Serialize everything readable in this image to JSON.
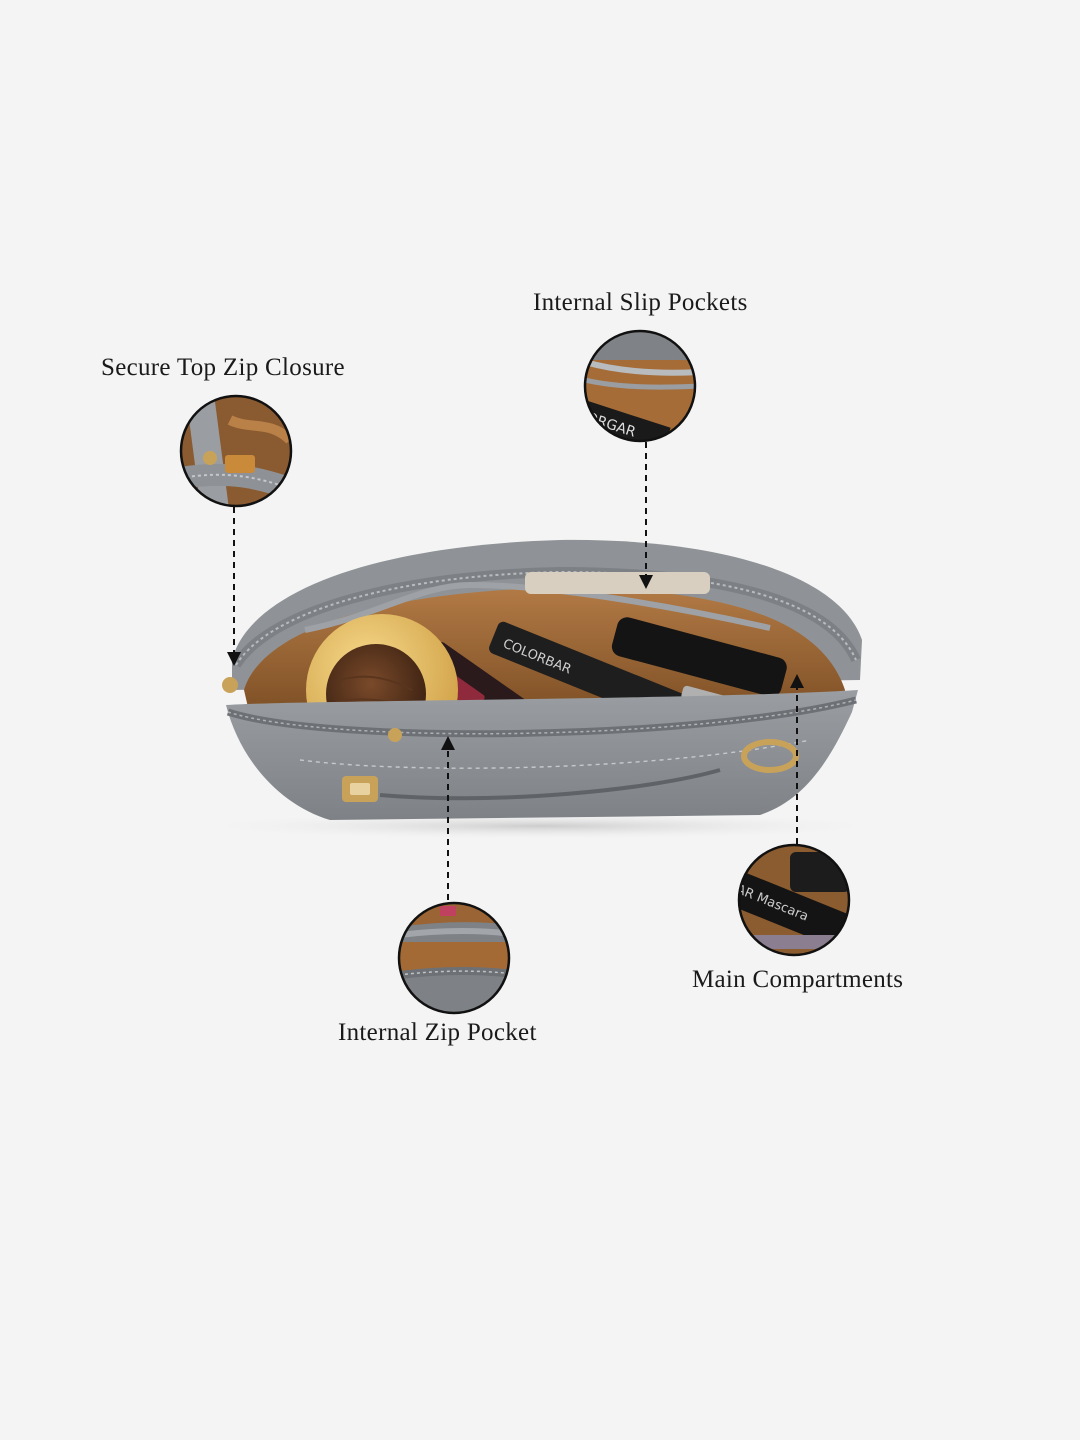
{
  "callouts": [
    {
      "id": "zip-closure",
      "label": "Secure Top Zip Closure"
    },
    {
      "id": "slip-pockets",
      "label": "Internal Slip Pockets"
    },
    {
      "id": "zip-pocket",
      "label": "Internal Zip Pocket"
    },
    {
      "id": "main-compartments",
      "label": "Main Compartments"
    }
  ],
  "product": {
    "mascara_brand_text": "COLORBAR",
    "colors": {
      "background": "#f4f4f4",
      "bag_grey": "#8e9194",
      "lining_tan": "#a26a3a",
      "hardware_gold": "#c9a25a"
    }
  }
}
